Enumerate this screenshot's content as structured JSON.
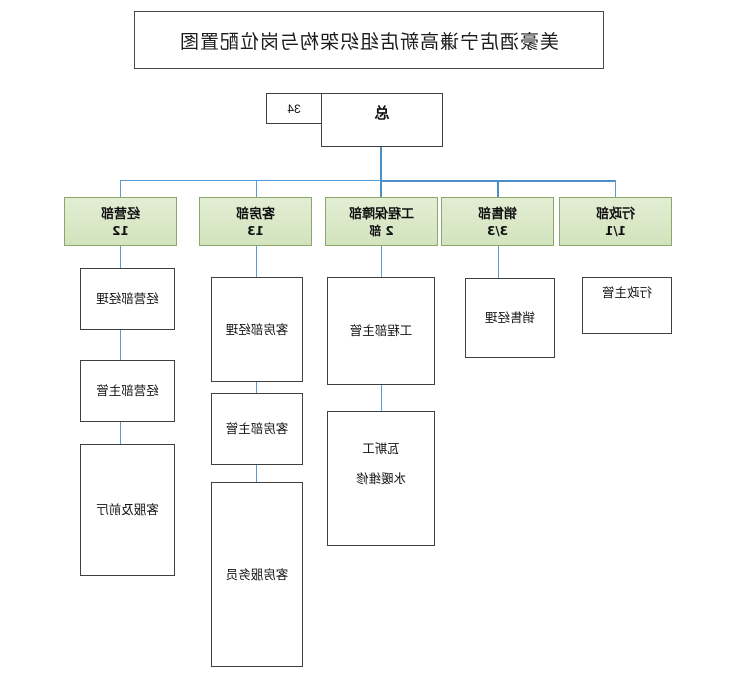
{
  "title": "美豪酒店宁谦高新店组织架构与岗位配置图",
  "root": {
    "label": "总",
    "badge": "34"
  },
  "departments": [
    {
      "key": "xingzheng",
      "name": "行政部",
      "count": "1/1",
      "roles": [
        {
          "lines": [
            "行政主管"
          ]
        }
      ]
    },
    {
      "key": "xiaoshou",
      "name": "销售部",
      "count": "3/3",
      "roles": [
        {
          "lines": [
            "销售经理"
          ]
        }
      ]
    },
    {
      "key": "gongcheng",
      "name": "工程保障部",
      "count": "2 部",
      "roles": [
        {
          "lines": [
            "工程部主管"
          ]
        },
        {
          "lines": [
            "瓦斯工",
            "水暖维修"
          ]
        }
      ]
    },
    {
      "key": "kefang",
      "name": "客房部",
      "count": "13",
      "roles": [
        {
          "lines": [
            "客房部经理"
          ]
        },
        {
          "lines": [
            "客房部主管"
          ]
        },
        {
          "lines": [
            "客房服务员"
          ]
        }
      ]
    },
    {
      "key": "jingying",
      "name": "经营部",
      "count": "12",
      "roles": [
        {
          "lines": [
            "经营部经理"
          ]
        },
        {
          "lines": [
            "经营部主管"
          ]
        },
        {
          "lines": [
            "客服及前厅"
          ]
        }
      ]
    }
  ],
  "colors": {
    "department_fill": "#d8e8c5",
    "department_border": "#8aa86b",
    "connector": "#5b9bd5",
    "node_border": "#3f3f3f",
    "text": "#111111"
  }
}
